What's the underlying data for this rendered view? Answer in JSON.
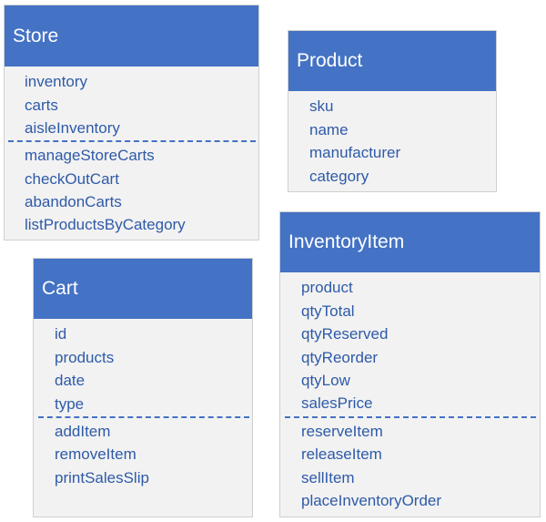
{
  "colors": {
    "header_bg": "#4472c4",
    "header_text": "#ffffff",
    "body_bg": "#f2f2f2",
    "item_text": "#2e5aa8",
    "separator": "#4472c4"
  },
  "classes": {
    "store": {
      "name": "Store",
      "attributes": [
        "inventory",
        "carts",
        "aisleInventory"
      ],
      "methods": [
        "manageStoreCarts",
        "checkOutCart",
        "abandonCarts",
        "listProductsByCategory"
      ]
    },
    "product": {
      "name": "Product",
      "attributes": [
        "sku",
        "name",
        "manufacturer",
        "category"
      ],
      "methods": []
    },
    "inventory_item": {
      "name": "InventoryItem",
      "attributes": [
        "product",
        "qtyTotal",
        "qtyReserved",
        "qtyReorder",
        "qtyLow",
        "salesPrice"
      ],
      "methods": [
        "reserveItem",
        "releaseItem",
        "sellItem",
        "placeInventoryOrder"
      ]
    },
    "cart": {
      "name": "Cart",
      "attributes": [
        "id",
        "products",
        "date",
        "type"
      ],
      "methods": [
        "addItem",
        "removeItem",
        "printSalesSlip"
      ]
    }
  }
}
